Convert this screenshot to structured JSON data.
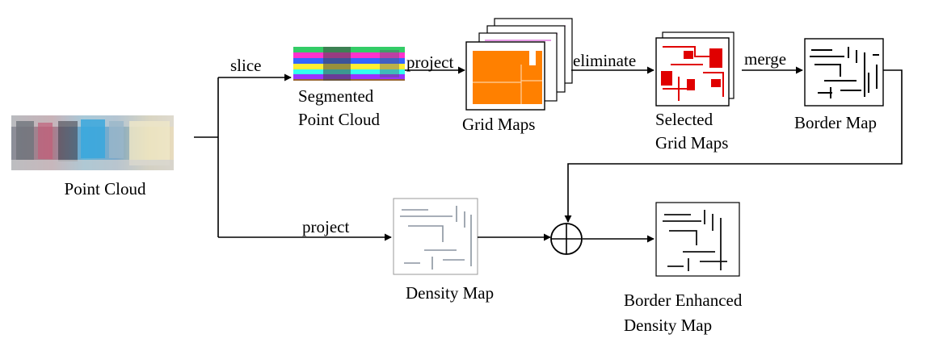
{
  "nodes": {
    "point_cloud": "Point Cloud",
    "segmented_point_cloud": [
      "Segmented",
      "Point Cloud"
    ],
    "grid_maps": "Grid Maps",
    "selected_grid_maps": [
      "Selected",
      "Grid Maps"
    ],
    "border_map": "Border Map",
    "density_map": "Density Map",
    "border_enhanced_density_map": [
      "Border Enhanced",
      "Density Map"
    ]
  },
  "edges": {
    "slice": "slice",
    "project_top": "project",
    "eliminate": "eliminate",
    "merge": "merge",
    "project_bottom": "project"
  },
  "colors": {
    "orange": "#ff8000",
    "red": "#e00000",
    "magenta": "#cc33cc",
    "line": "#000000"
  },
  "icons": {
    "merge_operator": "circle-plus-icon"
  }
}
